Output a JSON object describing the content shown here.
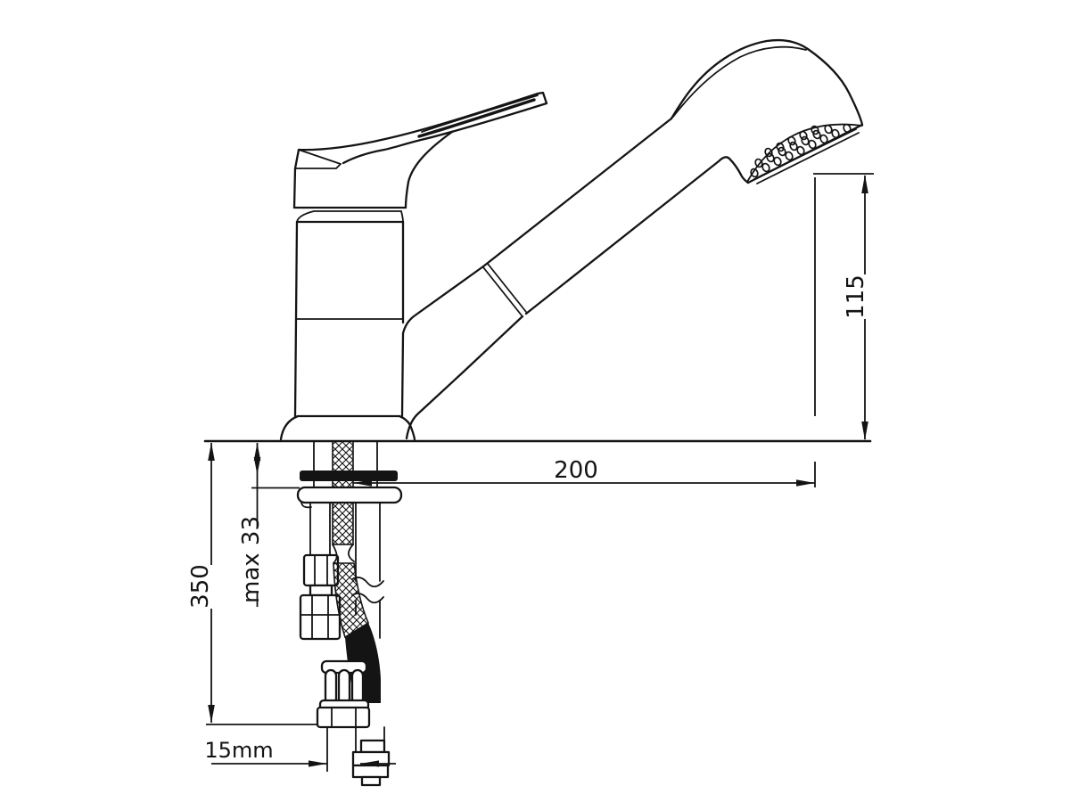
{
  "drawing": {
    "kind": "technical dimension drawing",
    "subject": "single-lever kitchen mixer tap with pull-out spray head, side view with installation dimensions",
    "background_color": "#ffffff",
    "line_color": "#141414"
  },
  "labels": {
    "outlet_height": "115",
    "spout_reach": "200",
    "hose_length": "350",
    "max_deck_thickness": "max 33",
    "connection_size": "15mm"
  }
}
